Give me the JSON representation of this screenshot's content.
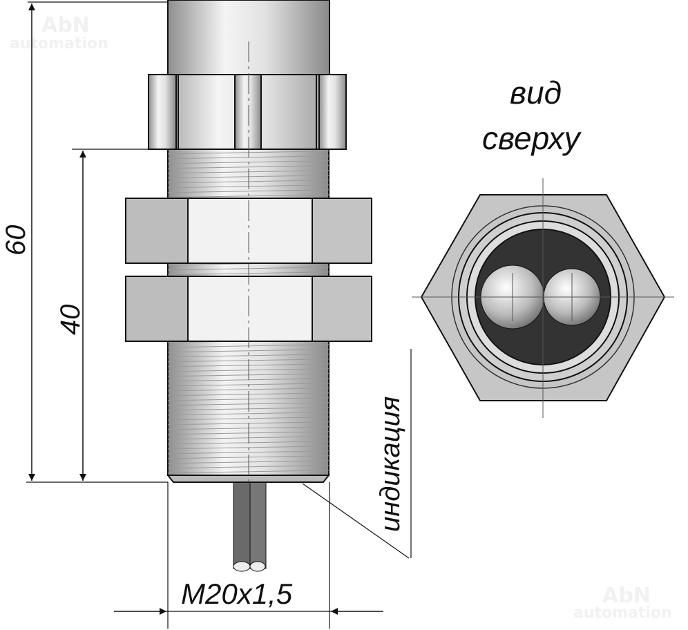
{
  "watermark": {
    "brand": "AbN",
    "sub": "automation"
  },
  "dimensions": {
    "total_length": "60",
    "thread_length": "40",
    "thread_spec": "M20x1,5"
  },
  "labels": {
    "indication": "индикация",
    "top_view_line1": "вид",
    "top_view_line2": "сверху"
  },
  "colors": {
    "metal_light": "#f2f2f2",
    "metal_dark": "#9a9a9a",
    "face_dark": "#333333",
    "line": "#1a1a1a"
  }
}
